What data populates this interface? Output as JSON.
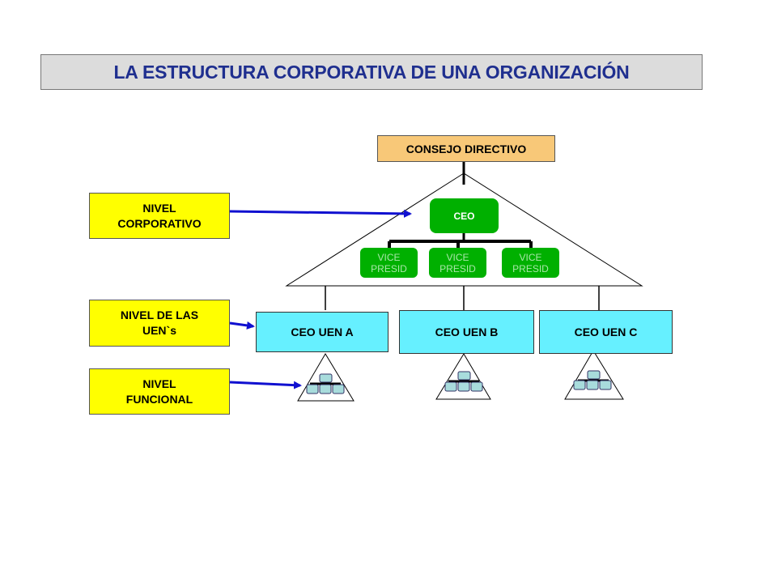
{
  "title": "LA ESTRUCTURA CORPORATIVA DE UNA ORGANIZACIÓN",
  "board": "CONSEJO DIRECTIVO",
  "ceo": "CEO",
  "vice_presidents": [
    {
      "line1": "VICE",
      "line2": "PRESID"
    },
    {
      "line1": "VICE",
      "line2": "PRESID"
    },
    {
      "line1": "VICE",
      "line2": "PRESID"
    }
  ],
  "business_units": [
    "CEO UEN A",
    "CEO UEN B",
    "CEO UEN C"
  ],
  "levels": {
    "corporate": {
      "line1": "NIVEL",
      "line2": "CORPORATIVO"
    },
    "business_units": {
      "line1": "NIVEL DE LAS",
      "line2": "UEN`s"
    },
    "functional": {
      "line1": "NIVEL",
      "line2": "FUNCIONAL"
    }
  },
  "colors": {
    "title_text": "#1f2f8f",
    "board_fill": "#f8c878",
    "ceo_fill": "#00b000",
    "uen_fill": "#66f0ff",
    "level_fill": "#ffff00",
    "arrow": "#1010d0",
    "mini_box": "#a8dcdc"
  }
}
